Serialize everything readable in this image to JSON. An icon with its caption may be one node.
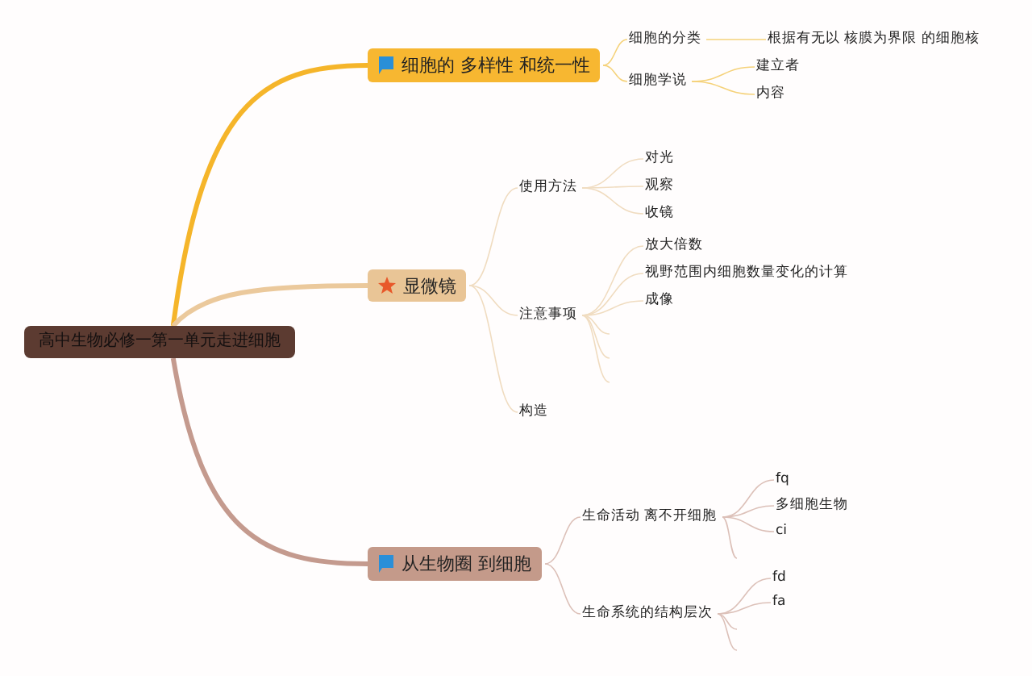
{
  "diagram": {
    "nodes": [
      {
        "text": [
          "高中生物必修一第一单元走进细胞"
        ]
      },
      {
        "text": [
          "细胞的 多样性 和统一性"
        ]
      },
      {
        "text": [
          "细胞的分类"
        ]
      },
      {
        "text": [
          "根据有无以 核膜为界限 的细胞核"
        ]
      },
      {
        "text": [
          "细胞学说"
        ]
      },
      {
        "text": [
          "建立者"
        ]
      },
      {
        "text": [
          "内容"
        ]
      },
      {
        "text": [
          "显微镜"
        ]
      },
      {
        "text": [
          "使用方法"
        ]
      },
      {
        "text": [
          "对光"
        ]
      },
      {
        "text": [
          "观察"
        ]
      },
      {
        "text": [
          "收镜"
        ]
      },
      {
        "text": [
          "注意事项"
        ]
      },
      {
        "text": [
          "放大倍数"
        ]
      },
      {
        "text": [
          "视野范围内细胞数量变化的计算"
        ]
      },
      {
        "text": [
          "成像"
        ]
      },
      {
        "text": [
          "构造"
        ]
      },
      {
        "text": [
          "从生物圈 到细胞"
        ]
      },
      {
        "text": [
          "生命活动 离不开细胞"
        ]
      },
      {
        "text": [
          "fq"
        ]
      },
      {
        "text": [
          "多细胞生物"
        ]
      },
      {
        "text": [
          "ci"
        ]
      },
      {
        "text": [
          "生命系统的结构层次"
        ]
      },
      {
        "text": [
          "fd"
        ]
      },
      {
        "text": [
          "fa"
        ]
      }
    ],
    "edges": [
      {
        "from": 0,
        "to": 1,
        "arrow": "none",
        "style": "thick",
        "color": "#f5b52a"
      },
      {
        "from": 1,
        "to": 2,
        "arrow": "none",
        "color": "#f5d27a"
      },
      {
        "from": 2,
        "to": 3,
        "arrow": "none",
        "color": "#f5d27a"
      },
      {
        "from": 1,
        "to": 4,
        "arrow": "none",
        "color": "#f5d27a"
      },
      {
        "from": 4,
        "to": 5,
        "arrow": "none",
        "color": "#f5d27a"
      },
      {
        "from": 4,
        "to": 6,
        "arrow": "none",
        "color": "#f5d27a"
      },
      {
        "from": 0,
        "to": 7,
        "arrow": "none",
        "style": "thick",
        "color": "#ebc99c"
      },
      {
        "from": 7,
        "to": 8,
        "arrow": "none",
        "color": "#f0dcc0"
      },
      {
        "from": 8,
        "to": 9,
        "arrow": "none",
        "color": "#f0dcc0"
      },
      {
        "from": 8,
        "to": 10,
        "arrow": "none",
        "color": "#f0dcc0"
      },
      {
        "from": 8,
        "to": 11,
        "arrow": "none",
        "color": "#f0dcc0"
      },
      {
        "from": 7,
        "to": 12,
        "arrow": "none",
        "color": "#f0dcc0"
      },
      {
        "from": 12,
        "to": 13,
        "arrow": "none",
        "color": "#f0dcc0"
      },
      {
        "from": 12,
        "to": 14,
        "arrow": "none",
        "color": "#f0dcc0"
      },
      {
        "from": 12,
        "to": 15,
        "arrow": "none",
        "color": "#f0dcc0"
      },
      {
        "from": 12,
        "to": null,
        "arrow": "none",
        "color": "#f0dcc0"
      },
      {
        "from": 12,
        "to": null,
        "arrow": "none",
        "color": "#f0dcc0"
      },
      {
        "from": 12,
        "to": null,
        "arrow": "none",
        "color": "#f0dcc0"
      },
      {
        "from": 7,
        "to": 16,
        "arrow": "none",
        "color": "#f0dcc0"
      },
      {
        "from": 0,
        "to": 17,
        "arrow": "none",
        "style": "thick",
        "color": "#c49a8e"
      },
      {
        "from": 17,
        "to": 18,
        "arrow": "none",
        "color": "#dcc0b8"
      },
      {
        "from": 18,
        "to": 19,
        "arrow": "none",
        "color": "#dcc0b8"
      },
      {
        "from": 18,
        "to": 20,
        "arrow": "none",
        "color": "#dcc0b8"
      },
      {
        "from": 18,
        "to": 21,
        "arrow": "none",
        "color": "#dcc0b8"
      },
      {
        "from": 18,
        "to": null,
        "arrow": "none",
        "color": "#dcc0b8"
      },
      {
        "from": 17,
        "to": 22,
        "arrow": "none",
        "color": "#dcc0b8"
      },
      {
        "from": 22,
        "to": 23,
        "arrow": "none",
        "color": "#dcc0b8"
      },
      {
        "from": 22,
        "to": 24,
        "arrow": "none",
        "color": "#dcc0b8"
      },
      {
        "from": 22,
        "to": null,
        "arrow": "none",
        "color": "#dcc0b8"
      },
      {
        "from": 22,
        "to": null,
        "arrow": "none",
        "color": "#dcc0b8"
      }
    ]
  }
}
